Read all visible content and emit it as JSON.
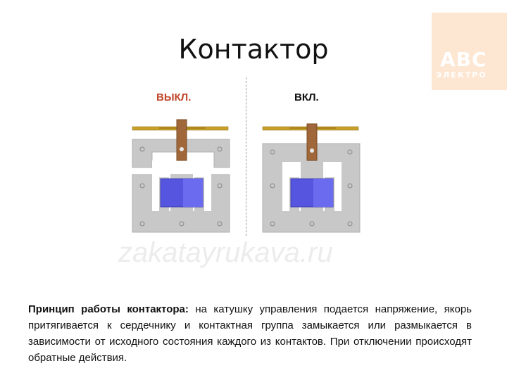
{
  "title": "Контактор",
  "logo": {
    "main": "АВС",
    "sub": "ЭЛЕКТРО"
  },
  "diagram": {
    "state_off_label": "ВЫКЛ.",
    "state_on_label": "ВКЛ.",
    "colors": {
      "core": "#c8c8c8",
      "coil": "#5555e0",
      "armature": "#a0683a",
      "contacts": "#c8a02a",
      "off_label": "#c0462a"
    }
  },
  "watermark": "zakatayrukava.ru",
  "description": {
    "bold_part": "Принцип работы контактора:",
    "text": " на катушку управления подается напряжение, якорь притягивается к сердечнику и контактная группа замыкается или размыкается в зависимости от исходного состояния каждого из контактов. При отключении происходят обратные действия."
  }
}
